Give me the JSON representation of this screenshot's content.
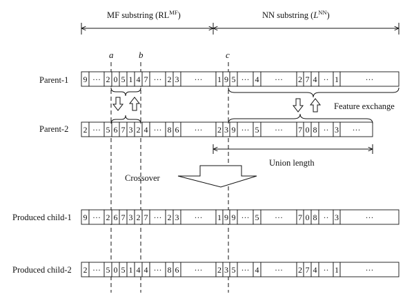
{
  "header": {
    "mf_label": "MF substring (RL",
    "mf_sup": "MF",
    "mf_close": ")",
    "nn_label": "NN substring (",
    "nn_italic": "L",
    "nn_sup": "NN",
    "nn_close": ")"
  },
  "markers": {
    "a": "a",
    "b": "b",
    "c": "c"
  },
  "rows": [
    {
      "label": "Parent-1",
      "cells": [
        {
          "t": "9"
        },
        {
          "t": "···"
        },
        {
          "t": "2"
        },
        {
          "t": "0"
        },
        {
          "t": "5"
        },
        {
          "t": "1"
        },
        {
          "t": "4"
        },
        {
          "t": "7"
        },
        {
          "t": "···"
        },
        {
          "t": "2"
        },
        {
          "t": "3"
        },
        {
          "t": "···"
        },
        {
          "t": "1"
        },
        {
          "t": "9"
        },
        {
          "t": "5"
        },
        {
          "t": "···"
        },
        {
          "t": "4"
        },
        {
          "t": "···"
        },
        {
          "t": "2"
        },
        {
          "t": "7"
        },
        {
          "t": "4"
        },
        {
          "t": "··"
        },
        {
          "t": "1"
        },
        {
          "t": "···"
        }
      ]
    },
    {
      "label": "Parent-2",
      "cells": [
        {
          "t": "2"
        },
        {
          "t": "···"
        },
        {
          "t": "5"
        },
        {
          "t": "6"
        },
        {
          "t": "7"
        },
        {
          "t": "3"
        },
        {
          "t": "2"
        },
        {
          "t": "4"
        },
        {
          "t": "···"
        },
        {
          "t": "8"
        },
        {
          "t": "6"
        },
        {
          "t": "···"
        },
        {
          "t": "2"
        },
        {
          "t": "3"
        },
        {
          "t": "9"
        },
        {
          "t": "···"
        },
        {
          "t": "5"
        },
        {
          "t": "···"
        },
        {
          "t": "7"
        },
        {
          "t": "0"
        },
        {
          "t": "8"
        },
        {
          "t": "··"
        },
        {
          "t": "3"
        },
        {
          "t": "···"
        }
      ]
    },
    {
      "label": "Produced child-1",
      "cells": [
        {
          "t": "9"
        },
        {
          "t": "···"
        },
        {
          "t": "2"
        },
        {
          "t": "6"
        },
        {
          "t": "7"
        },
        {
          "t": "3"
        },
        {
          "t": "2"
        },
        {
          "t": "7"
        },
        {
          "t": "···"
        },
        {
          "t": "2"
        },
        {
          "t": "3"
        },
        {
          "t": "···"
        },
        {
          "t": "1"
        },
        {
          "t": "9"
        },
        {
          "t": "9"
        },
        {
          "t": "···"
        },
        {
          "t": "5"
        },
        {
          "t": "···"
        },
        {
          "t": "7"
        },
        {
          "t": "0"
        },
        {
          "t": "8"
        },
        {
          "t": "··"
        },
        {
          "t": "3"
        },
        {
          "t": "···"
        }
      ]
    },
    {
      "label": "Produced child-2",
      "cells": [
        {
          "t": "2"
        },
        {
          "t": "···"
        },
        {
          "t": "5"
        },
        {
          "t": "0"
        },
        {
          "t": "5"
        },
        {
          "t": "1"
        },
        {
          "t": "4"
        },
        {
          "t": "4"
        },
        {
          "t": "···"
        },
        {
          "t": "8"
        },
        {
          "t": "6"
        },
        {
          "t": "···"
        },
        {
          "t": "2"
        },
        {
          "t": "3"
        },
        {
          "t": "5"
        },
        {
          "t": "···"
        },
        {
          "t": "4"
        },
        {
          "t": "···"
        },
        {
          "t": "2"
        },
        {
          "t": "7"
        },
        {
          "t": "4"
        },
        {
          "t": "··"
        },
        {
          "t": "1"
        },
        {
          "t": "···"
        }
      ]
    }
  ],
  "labels": {
    "feature_exchange": "Feature exchange",
    "union_length": "Union length",
    "crossover": "Crossover"
  }
}
